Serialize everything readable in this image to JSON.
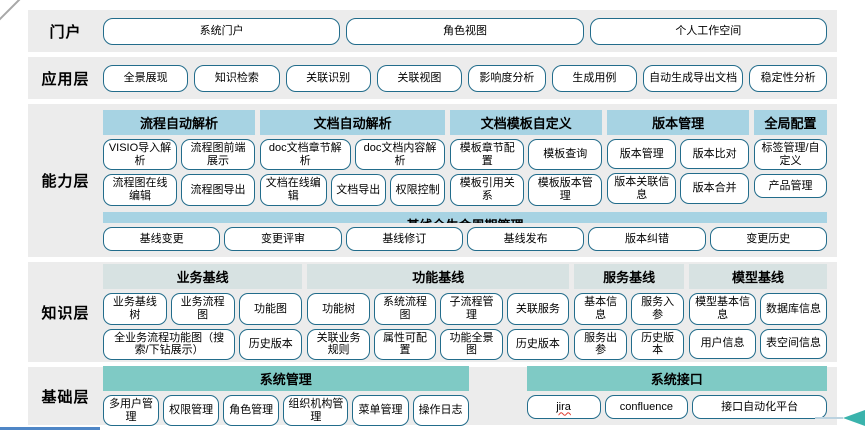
{
  "colors": {
    "band_background": "#ececec",
    "capability_header": "#a7d3e3",
    "knowledge_header": "#d7e2e2",
    "foundation_header": "#7fcac5",
    "button_border": "#226c8b",
    "bottom_accent_line": "#4f86c6",
    "arrow_accent": "#3ab3ac"
  },
  "portal": {
    "label": "门户",
    "items": [
      "系统门户",
      "角色视图",
      "个人工作空间"
    ]
  },
  "application": {
    "label": "应用层",
    "items": [
      "全景展现",
      "知识检索",
      "关联识别",
      "关联视图",
      "影响度分析",
      "生成用例",
      "自动生成导出文档",
      "稳定性分析"
    ]
  },
  "capability": {
    "label": "能力层",
    "groups": [
      {
        "title": "流程自动解析",
        "rows": [
          [
            "VISIO导入解析",
            "流程图前端展示"
          ],
          [
            "流程图在线编辑",
            "流程图导出"
          ]
        ]
      },
      {
        "title": "文档自动解析",
        "rows": [
          [
            "doc文档章节解析",
            "doc文档内容解析"
          ],
          [
            "文档在线编辑",
            "文档导出",
            "权限控制"
          ]
        ]
      },
      {
        "title": "文档模板自定义",
        "rows": [
          [
            "模板章节配置",
            "模板查询"
          ],
          [
            "模板引用关系",
            "模板版本管理"
          ]
        ]
      },
      {
        "title": "版本管理",
        "rows": [
          [
            "版本管理",
            "版本比对"
          ],
          [
            "版本关联信息",
            "版本合并"
          ]
        ]
      },
      {
        "title": "全局配置",
        "rows": [
          [
            "标签管理/自定义"
          ],
          [
            "产品管理"
          ]
        ]
      }
    ],
    "baseline": {
      "title": "基线全生命周期管理",
      "items": [
        "基线变更",
        "变更评审",
        "基线修订",
        "基线发布",
        "版本纠错",
        "变更历史"
      ]
    }
  },
  "knowledge": {
    "label": "知识层",
    "groups": [
      {
        "title": "业务基线",
        "rows": [
          [
            "业务基线树",
            "业务流程图",
            "功能图"
          ],
          [
            "全业务流程功能图（搜索/下钻展示）",
            "历史版本"
          ]
        ]
      },
      {
        "title": "功能基线",
        "rows": [
          [
            "功能树",
            "系统流程图",
            "子流程管理",
            "关联服务"
          ],
          [
            "关联业务规则",
            "属性可配置",
            "功能全景图",
            "历史版本"
          ]
        ]
      },
      {
        "title": "服务基线",
        "rows": [
          [
            "基本信息",
            "服务入参"
          ],
          [
            "服务出参",
            "历史版本"
          ]
        ]
      },
      {
        "title": "模型基线",
        "rows": [
          [
            "模型基本信息",
            "数据库信息"
          ],
          [
            "用户信息",
            "表空间信息"
          ]
        ]
      }
    ]
  },
  "foundation": {
    "label": "基础层",
    "groups": [
      {
        "title": "系统管理",
        "rows": [
          [
            "多用户管理",
            "权限管理",
            "角色管理",
            "组织机构管理",
            "菜单管理",
            "操作日志"
          ]
        ]
      },
      {
        "title": "系统接口",
        "rows": [
          [
            "jira",
            "confluence",
            "接口自动化平台"
          ]
        ]
      }
    ]
  }
}
